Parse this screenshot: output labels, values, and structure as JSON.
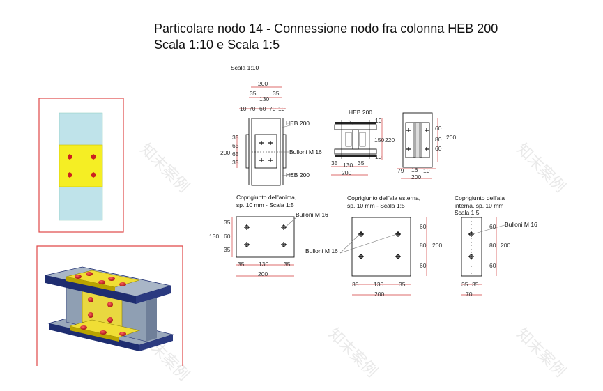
{
  "title": {
    "line1": "Particolare nodo 14 - Connessione nodo fra colonna HEB 200",
    "line2": "Scala 1:10 e Scala 1:5"
  },
  "elevation": {
    "scale_label": "Scala 1:10",
    "heb_top": "HEB 200",
    "bolts": "Bulloni M 16",
    "heb_bottom": "HEB 200",
    "dims_top": [
      "200",
      "35",
      "130",
      "35"
    ],
    "dims_top2": [
      "10",
      "70",
      "60",
      "70",
      "10"
    ],
    "dims_left": [
      "35",
      "65",
      "65",
      "35"
    ],
    "dim_left_total": "200"
  },
  "section": {
    "label": "HEB 200",
    "dims_right": [
      "10",
      "150",
      "10"
    ],
    "dim_right_total": "220",
    "dims_bottom": [
      "35",
      "130",
      "35"
    ],
    "dim_bottom_total": "200"
  },
  "side": {
    "dims_right": [
      "60",
      "80",
      "60"
    ],
    "dim_right_total": "200",
    "dims_bottom": [
      "79",
      "16",
      "10"
    ],
    "dim_bottom_total": "200"
  },
  "plate_web": {
    "caption1": "Coprigiunto dell'anima,",
    "caption2": "sp. 10 mm - Scala 1:5",
    "bolts": "Bulloni M 16",
    "dims_left": [
      "35",
      "60",
      "35"
    ],
    "dim_left_total": "130",
    "dims_bottom": [
      "35",
      "130",
      "35"
    ],
    "dim_bottom_total": "200"
  },
  "plate_ext": {
    "caption1": "Coprigiunto dell'ala esterna,",
    "caption2": "sp. 10 mm - Scala 1:5",
    "bolts": "Bulloni M 16",
    "dims_right": [
      "60",
      "80",
      "60"
    ],
    "dim_right_total": "200",
    "dims_bottom": [
      "35",
      "130",
      "35"
    ],
    "dim_bottom_total": "200"
  },
  "plate_int": {
    "caption1": "Coprigiunto dell'ala",
    "caption2": "interna, sp. 10 mm",
    "caption3": "Scala 1:5",
    "bolts": "Bulloni M 16",
    "dims_right": [
      "60",
      "80",
      "60"
    ],
    "dim_right_total": "200",
    "dims_bottom": [
      "35",
      "35"
    ],
    "dim_bottom_total": "70"
  },
  "colors": {
    "frame": "#e04848",
    "column": "#bfe3ea",
    "plate": "#f5ee24",
    "bolt": "#cc2020",
    "steel": "#8f9fb3",
    "steel_dark": "#1e2d70"
  }
}
